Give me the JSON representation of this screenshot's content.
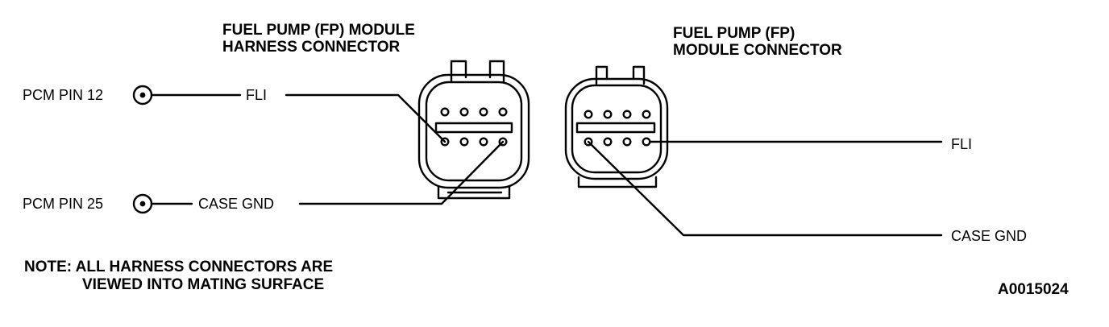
{
  "left_connector": {
    "title_line1": "FUEL PUMP (FP) MODULE",
    "title_line2": "HARNESS CONNECTOR"
  },
  "right_connector": {
    "title_line1": "FUEL PUMP (FP)",
    "title_line2": "MODULE CONNECTOR"
  },
  "pcm_pins": [
    {
      "label": "PCM PIN 12",
      "signal": "FLI"
    },
    {
      "label": "PCM PIN 25",
      "signal": "CASE GND"
    }
  ],
  "module_signals": [
    {
      "label": "FLI"
    },
    {
      "label": "CASE GND"
    }
  ],
  "note": {
    "line1": "NOTE: ALL HARNESS CONNECTORS ARE",
    "line2": "VIEWED INTO MATING SURFACE"
  },
  "figure_id": "A0015024"
}
